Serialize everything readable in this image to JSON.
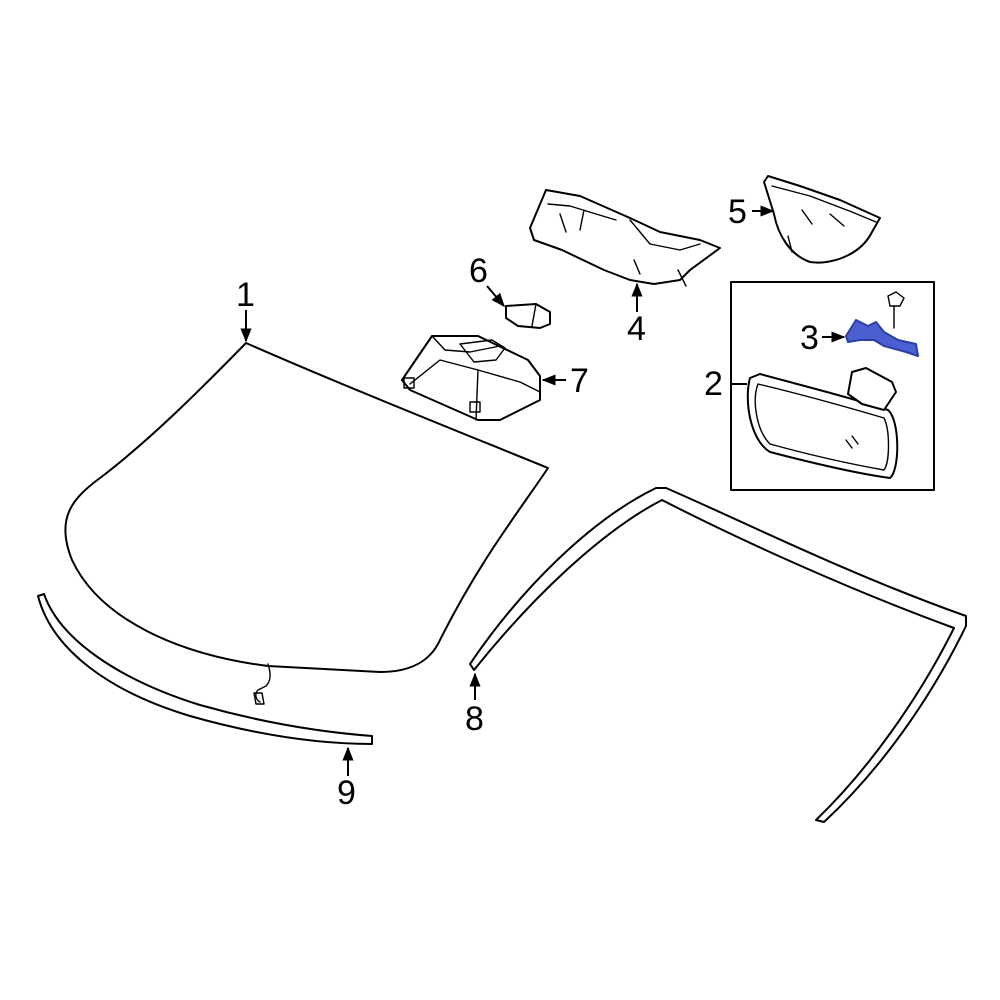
{
  "callouts": {
    "c1": "1",
    "c2": "2",
    "c3": "3",
    "c4": "4",
    "c5": "5",
    "c6": "6",
    "c7": "7",
    "c8": "8",
    "c9": "9"
  },
  "colors": {
    "highlight": "#2b3ea8",
    "highlight_fill": "#4a5fd0",
    "line": "#000000",
    "background": "#ffffff"
  }
}
